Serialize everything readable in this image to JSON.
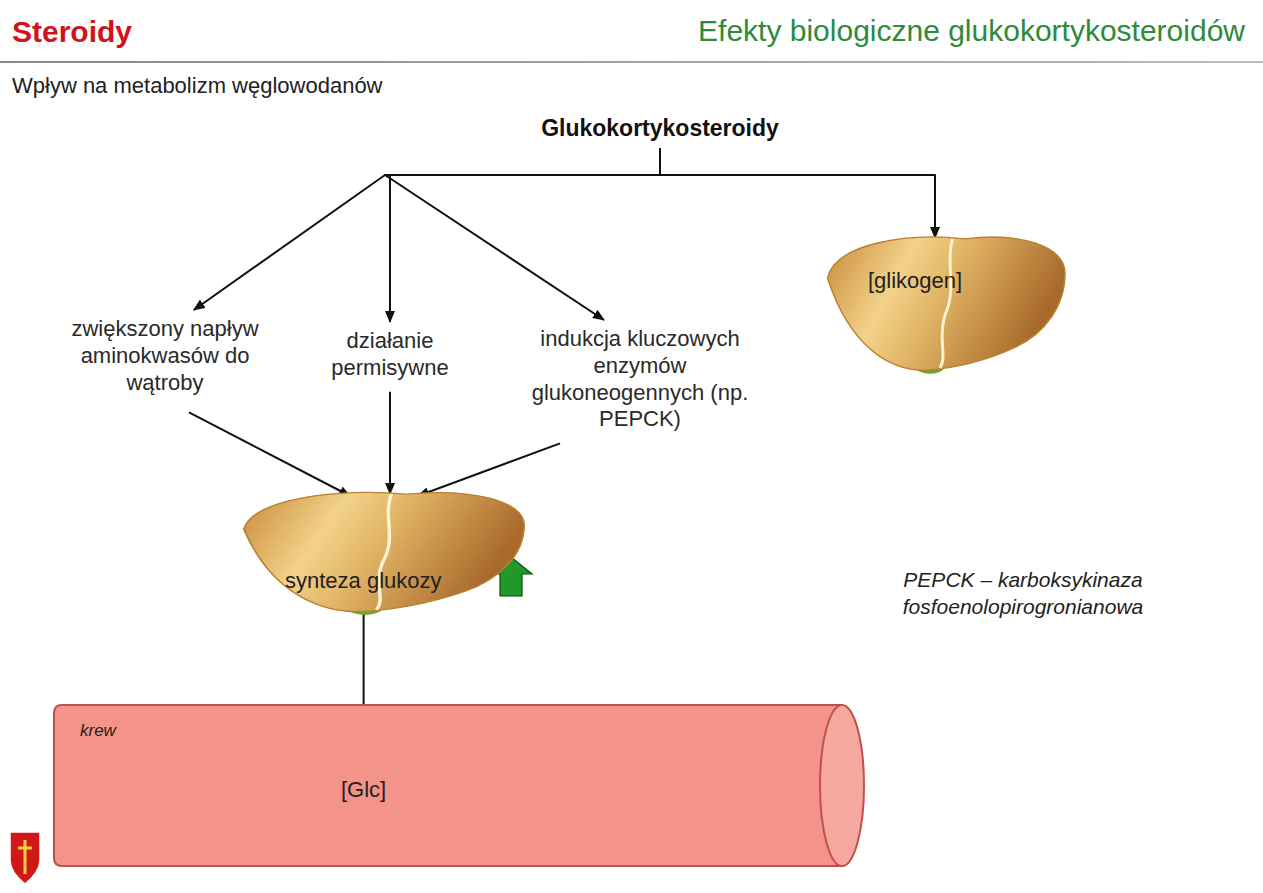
{
  "diagram": {
    "title": "Efekty biologiczne glukokortykosteroidów",
    "nodes": [
      {
        "text": [
          "Glukokortykosteroidy"
        ]
      },
      {
        "text": [
          "zwiększony napływ aminokwasów do wątroby"
        ]
      },
      {
        "text": [
          "działanie permisywne"
        ]
      },
      {
        "text": [
          "indukcja kluczowych enzymów glukoneogennych (np. PEPCK)"
        ]
      },
      {
        "text": [
          "[glikogen]"
        ]
      },
      {
        "text": [
          "synteza glukozy"
        ]
      },
      {
        "text": [
          "krew"
        ]
      },
      {
        "text": [
          "[Glc]"
        ],
        "in": 6
      }
    ],
    "edges": [
      {
        "from": 0,
        "to": 1,
        "arrow": "to"
      },
      {
        "from": 0,
        "to": 2,
        "arrow": "to"
      },
      {
        "from": 0,
        "to": 3,
        "arrow": "to"
      },
      {
        "from": 0,
        "to": 4,
        "arrow": "to"
      },
      {
        "from": 1,
        "to": 5,
        "arrow": "to"
      },
      {
        "from": 2,
        "to": 5,
        "arrow": "to"
      },
      {
        "from": 3,
        "to": 5,
        "arrow": "to"
      },
      {
        "from": 5,
        "to": 7,
        "arrow": "to"
      }
    ],
    "labels": [
      "Steroidy",
      "Wpływ na metabolizm węglowodanów",
      "PEPCK – karboksykinaza fosfoenolopirogronianowa"
    ]
  }
}
